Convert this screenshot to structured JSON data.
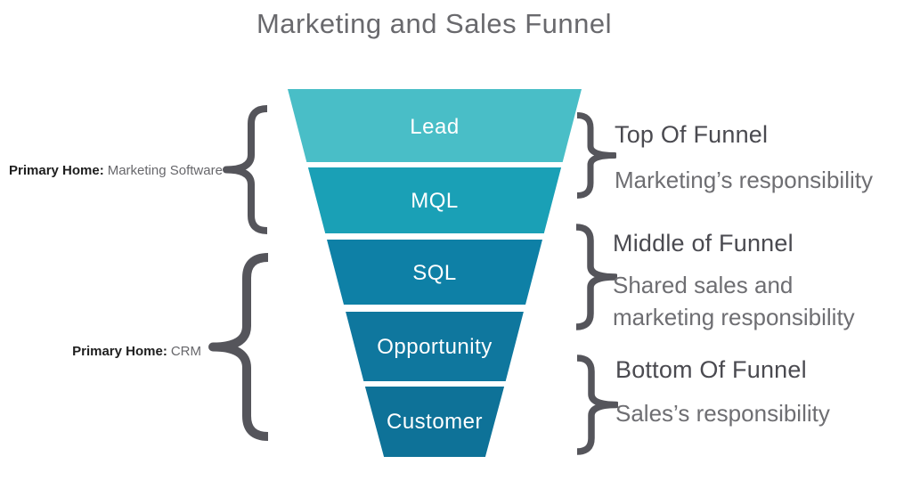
{
  "title": "Marketing and Sales Funnel",
  "funnel": {
    "label_color": "#ffffff",
    "stages": [
      {
        "label": "Lead",
        "color": "#49bec7"
      },
      {
        "label": "MQL",
        "color": "#1aa0b6"
      },
      {
        "label": "SQL",
        "color": "#0e80a6"
      },
      {
        "label": "Opportunity",
        "color": "#0f779e"
      },
      {
        "label": "Customer",
        "color": "#0e7298"
      }
    ]
  },
  "left_annotations": [
    {
      "label": "Primary Home:",
      "value": "Marketing Software"
    },
    {
      "label": "Primary Home:",
      "value": "CRM"
    }
  ],
  "right_annotations": [
    {
      "heading": "Top Of Funnel",
      "description": "Marketing’s responsibility"
    },
    {
      "heading": "Middle of Funnel",
      "description": "Shared sales and marketing responsibility"
    },
    {
      "heading": "Bottom Of Funnel",
      "description": "Sales’s responsibility"
    }
  ],
  "colors": {
    "brace": "#55555b",
    "title_text": "#69696d",
    "heading_text": "#4a4a50",
    "description_text": "#6e6e72",
    "annotation_label_text": "#1e1e1e",
    "annotation_value_text": "#67676b"
  }
}
